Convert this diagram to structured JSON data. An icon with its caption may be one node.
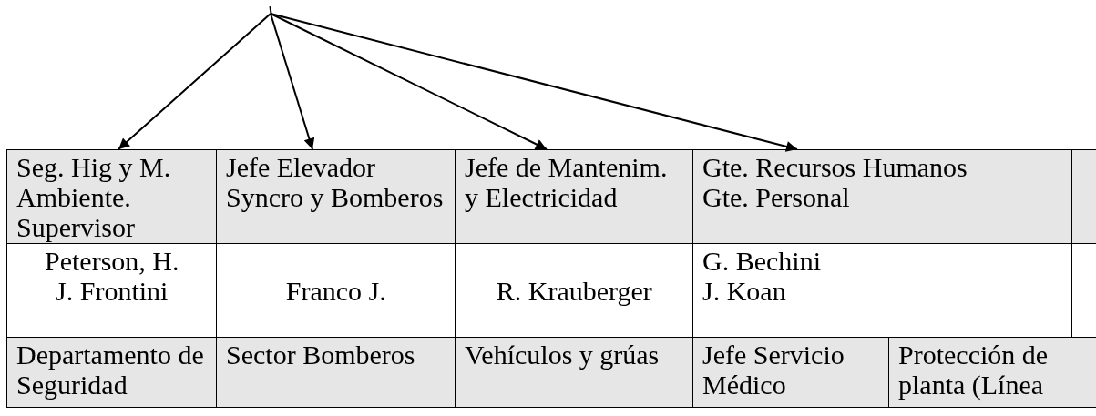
{
  "diagram": {
    "nodes": [
      {
        "text": [],
        "shape": "bar"
      },
      {
        "text": [
          "Seg. Hig y M. Ambiente. Supervisor"
        ]
      },
      {
        "text": [
          "Jefe Elevador Syncro y Bomberos"
        ]
      },
      {
        "text": [
          "Jefe de Mantenim. y Electricidad"
        ]
      },
      {
        "text": [
          "Gte. Recursos Humanos",
          "Gte. Personal"
        ]
      },
      {
        "text": [],
        "shape": "box"
      },
      {
        "text": [
          "Peterson, H.",
          "J. Frontini"
        ]
      },
      {
        "text": [
          "Franco J."
        ]
      },
      {
        "text": [
          "R. Krauberger"
        ]
      },
      {
        "text": [
          "G. Bechini",
          "J. Koan"
        ]
      },
      {
        "text": [],
        "shape": "box"
      },
      {
        "text": [
          "Departamento de Seguridad"
        ]
      },
      {
        "text": [
          "Sector Bomberos"
        ]
      },
      {
        "text": [
          "Vehículos y grúas"
        ]
      },
      {
        "text": [
          "Jefe Servicio Médico"
        ]
      },
      {
        "text": [
          "Protección de planta (Línea"
        ]
      }
    ],
    "edges": [
      {
        "from": 0,
        "to": 1,
        "arrow": "to"
      },
      {
        "from": 0,
        "to": 2,
        "arrow": "to"
      },
      {
        "from": 0,
        "to": 3,
        "arrow": "to"
      },
      {
        "from": 0,
        "to": 4,
        "arrow": "to"
      }
    ]
  }
}
